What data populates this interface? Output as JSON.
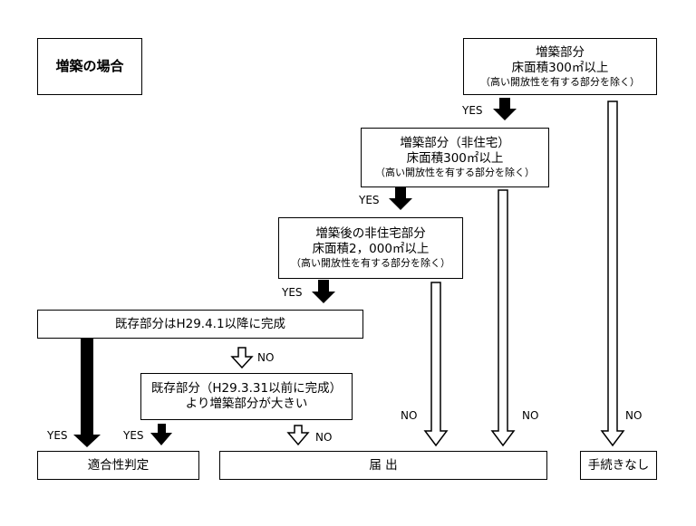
{
  "title": "増築の場合",
  "nodes": {
    "q1": {
      "line1": "増築部分",
      "line2": "床面積300㎡以上",
      "line3": "（高い開放性を有する部分を除く）"
    },
    "q2": {
      "line1": "増築部分（非住宅）",
      "line2": "床面積300㎡以上",
      "line3": "（高い開放性を有する部分を除く）"
    },
    "q3": {
      "line1": "増築後の非住宅部分",
      "line2": "床面積2，000㎡以上",
      "line3": "（高い開放性を有する部分を除く）"
    },
    "q4": {
      "line1": "既存部分はH29.4.1以降に完成"
    },
    "q5": {
      "line1": "既存部分（H29.3.31以前に完成）",
      "line2": "より増築部分が大きい"
    },
    "r1": {
      "line1": "適合性判定"
    },
    "r2": {
      "line1": "届 出"
    },
    "r3": {
      "line1": "手続きなし"
    }
  },
  "labels": {
    "yes1": "YES",
    "yes2": "YES",
    "yes3": "YES",
    "yes4": "YES",
    "yes5": "YES",
    "no1": "NO",
    "no2": "NO",
    "no3": "NO",
    "no4": "NO",
    "no5": "NO"
  }
}
